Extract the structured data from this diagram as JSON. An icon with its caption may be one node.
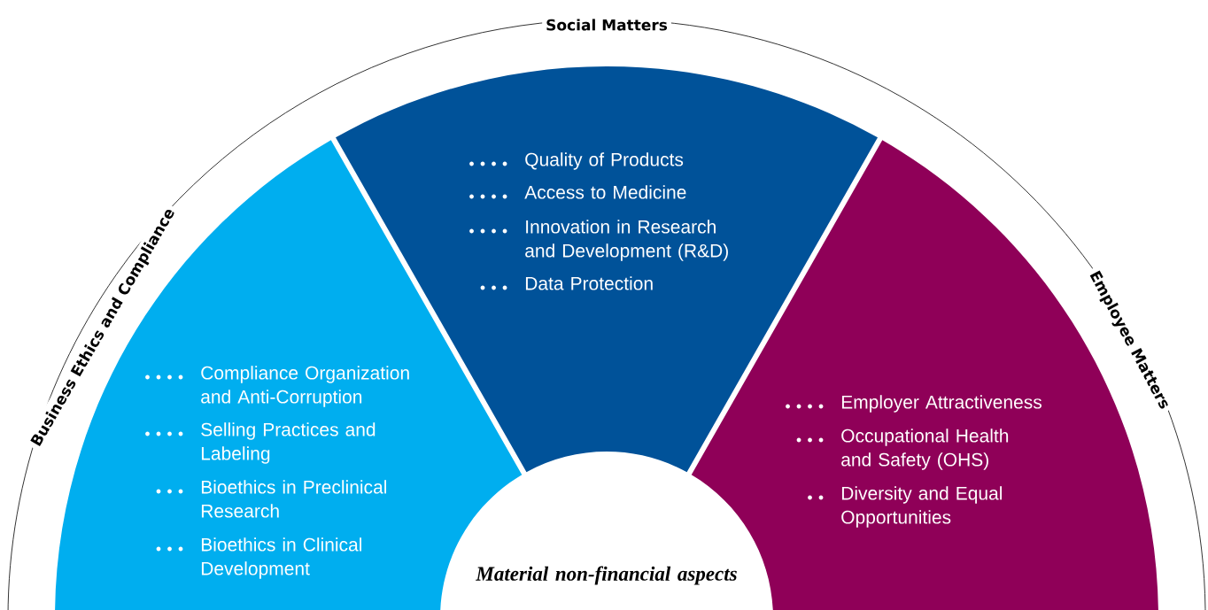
{
  "diagram": {
    "nodes": [
      {
        "text": [
          "Business Ethics and Compliance"
        ]
      },
      {
        "text": [
          "Compliance Organization and Anti-Corruption"
        ],
        "in": 0
      },
      {
        "text": [
          "Selling Practices and Labeling"
        ],
        "in": 0
      },
      {
        "text": [
          "Bioethics in Preclinical Research"
        ],
        "in": 0
      },
      {
        "text": [
          "Bioethics in Clinical Development"
        ],
        "in": 0
      },
      {
        "text": [
          "Social Matters"
        ]
      },
      {
        "text": [
          "Quality of Products"
        ],
        "in": 5
      },
      {
        "text": [
          "Access to Medicine"
        ],
        "in": 5
      },
      {
        "text": [
          "Innovation in Research and Development (R&D)"
        ],
        "in": 5
      },
      {
        "text": [
          "Data Protection"
        ],
        "in": 5
      },
      {
        "text": [
          "Employee Matters"
        ]
      },
      {
        "text": [
          "Employer Attractiveness"
        ],
        "in": 10
      },
      {
        "text": [
          "Occupational Health and Safety (OHS)"
        ],
        "in": 10
      },
      {
        "text": [
          "Diversity and Equal Opportunities"
        ],
        "in": 10
      },
      {
        "text": [
          "Material non-financial aspects"
        ]
      }
    ]
  }
}
